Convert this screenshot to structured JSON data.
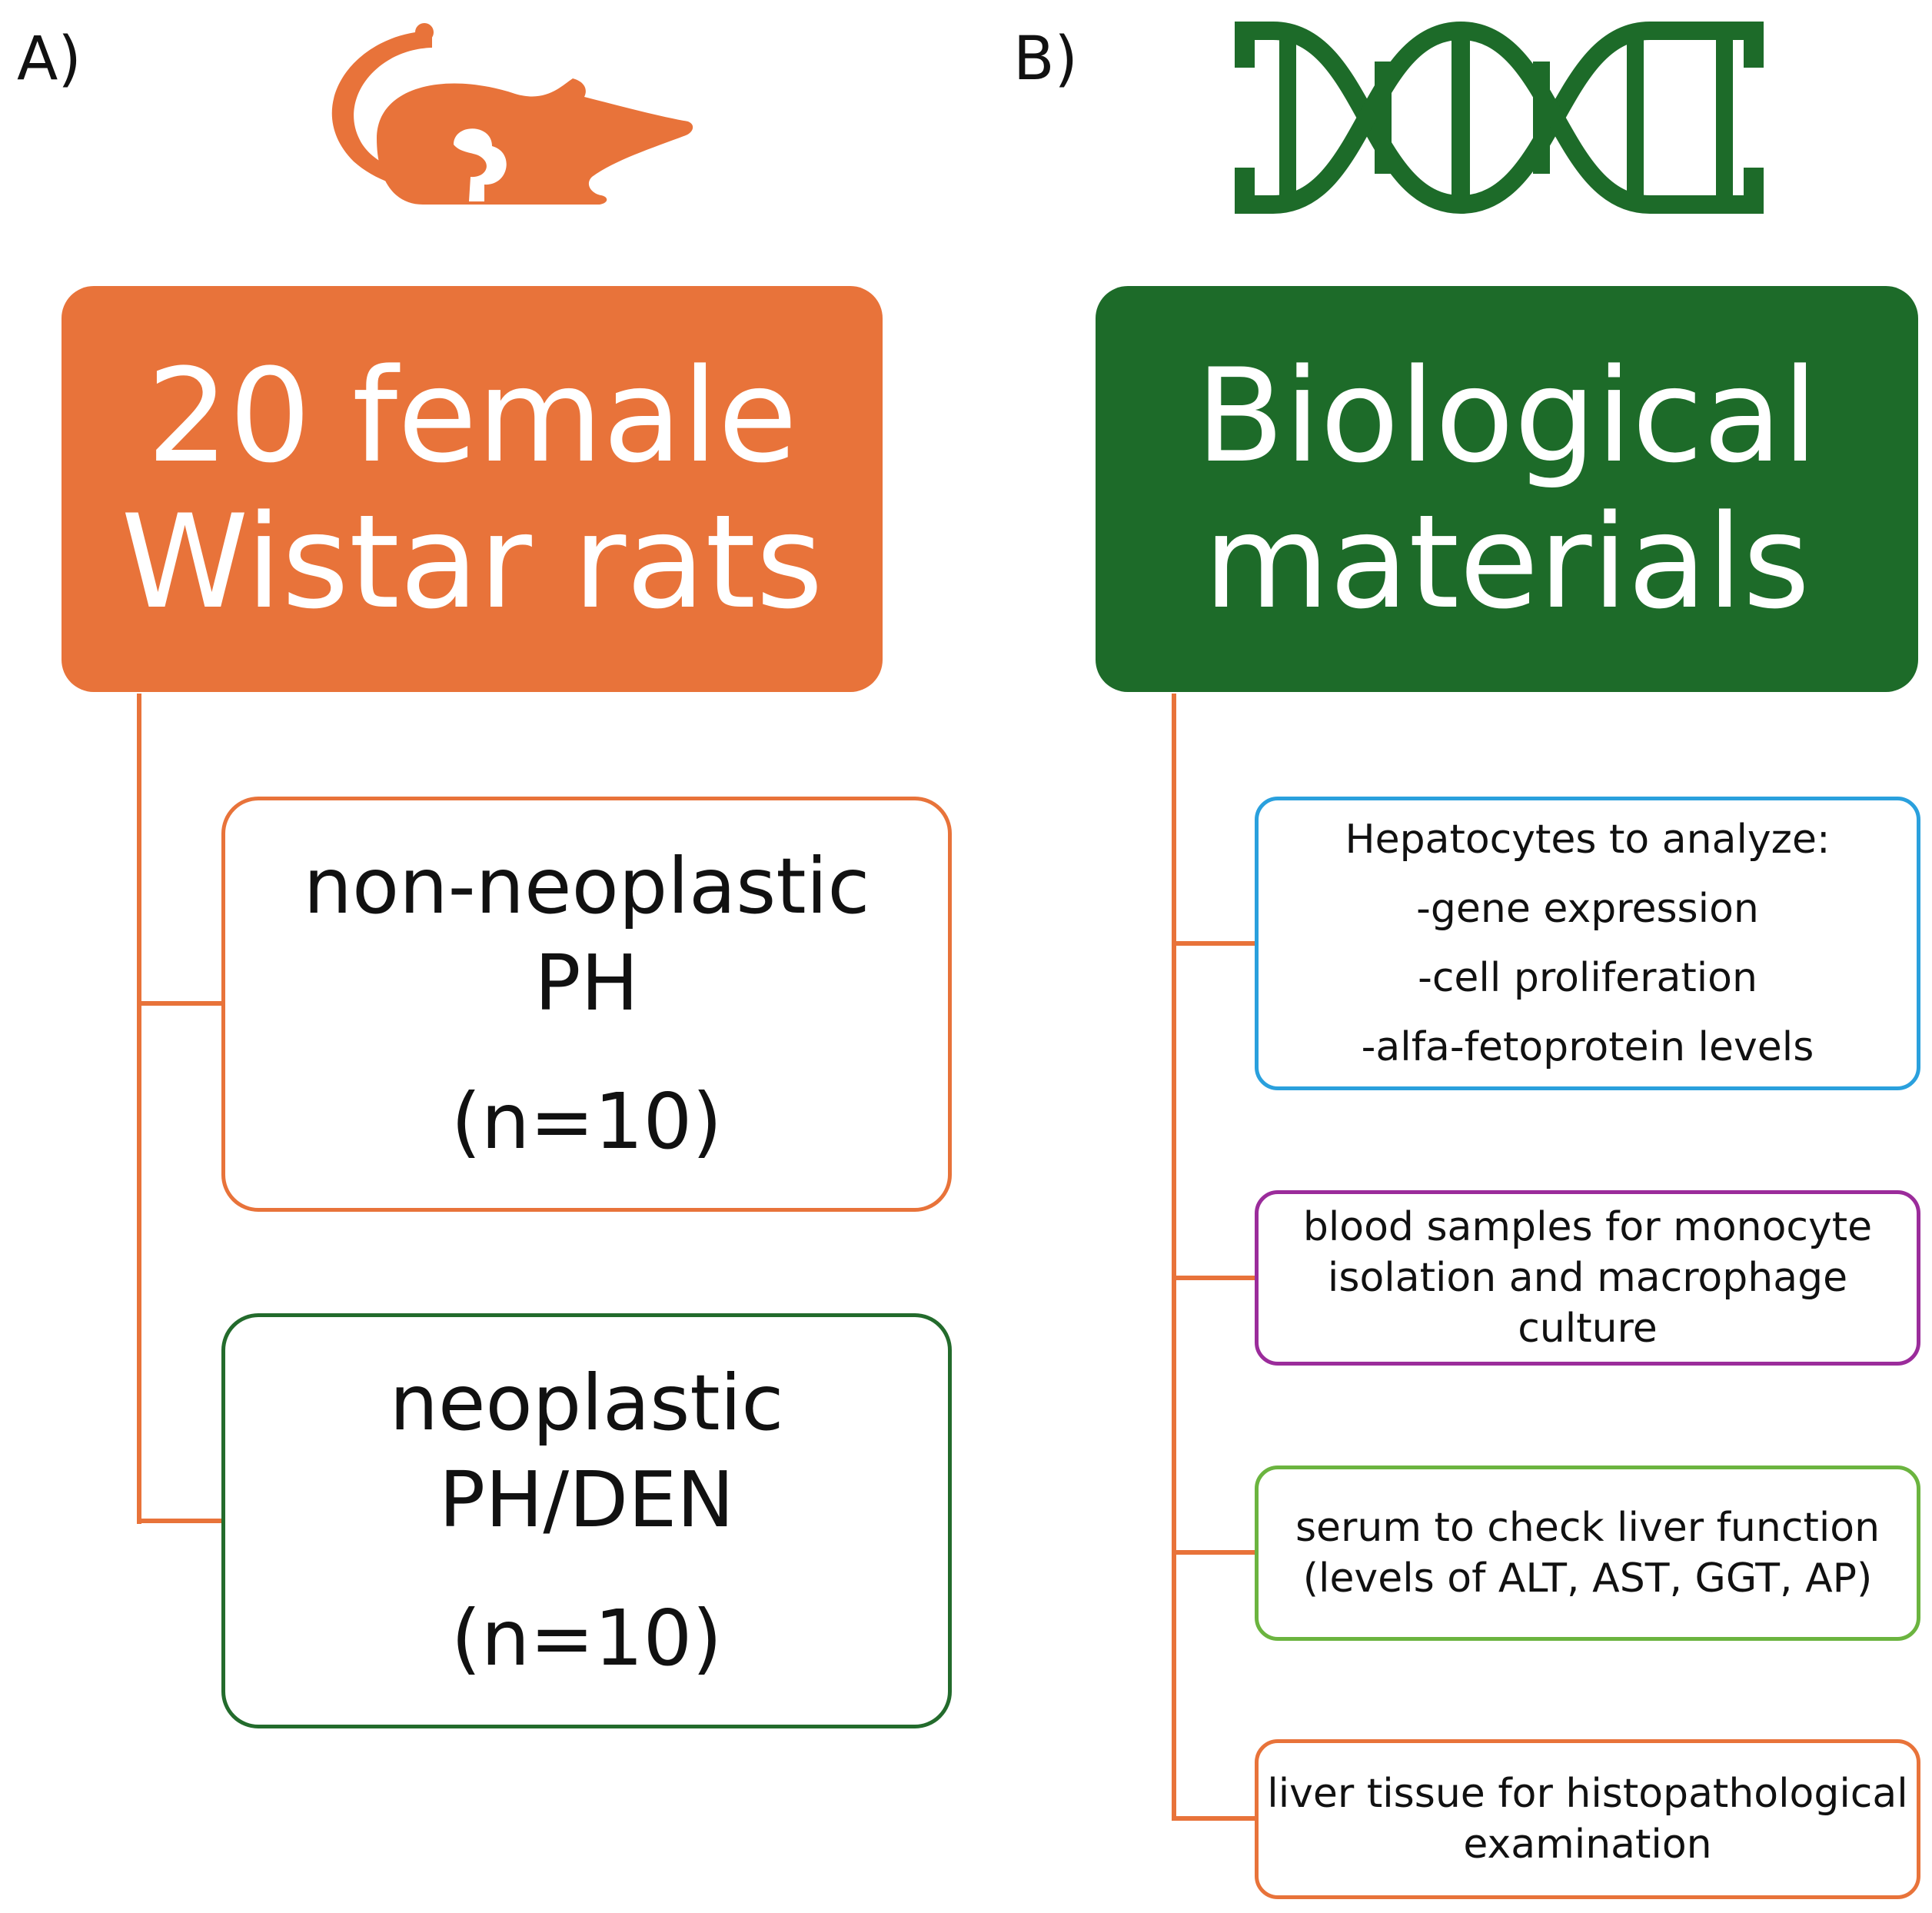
{
  "panels": {
    "a_label": "A)",
    "b_label": "B)"
  },
  "icons": {
    "left": "rat-icon",
    "right": "dna-icon"
  },
  "colors": {
    "orange": "#e8733a",
    "dark_green": "#1d6b29",
    "group_green": "#236b2c",
    "blue": "#2aa0dd",
    "purple": "#9b2c9b",
    "light_green": "#6bb43f"
  },
  "left": {
    "title_lines": [
      "20 female",
      "Wistar rats"
    ],
    "groups": [
      {
        "lines": [
          "non-neoplastic",
          "PH",
          "(n=10)"
        ]
      },
      {
        "lines": [
          "neoplastic",
          "PH/DEN",
          "(n=10)"
        ]
      }
    ]
  },
  "right": {
    "title_lines": [
      "Biological",
      "materials"
    ],
    "materials": [
      {
        "lines": [
          "Hepatocytes to analyze:",
          "-gene expression",
          "-cell  proliferation",
          "-alfa-fetoprotein levels"
        ]
      },
      {
        "lines": [
          "blood samples for monocyte",
          "isolation and macrophage",
          "culture"
        ]
      },
      {
        "lines": [
          "serum to check liver function",
          "(levels of ALT, AST, GGT, AP)"
        ]
      },
      {
        "lines": [
          "liver tissue for histopathological",
          "examination"
        ]
      }
    ]
  }
}
